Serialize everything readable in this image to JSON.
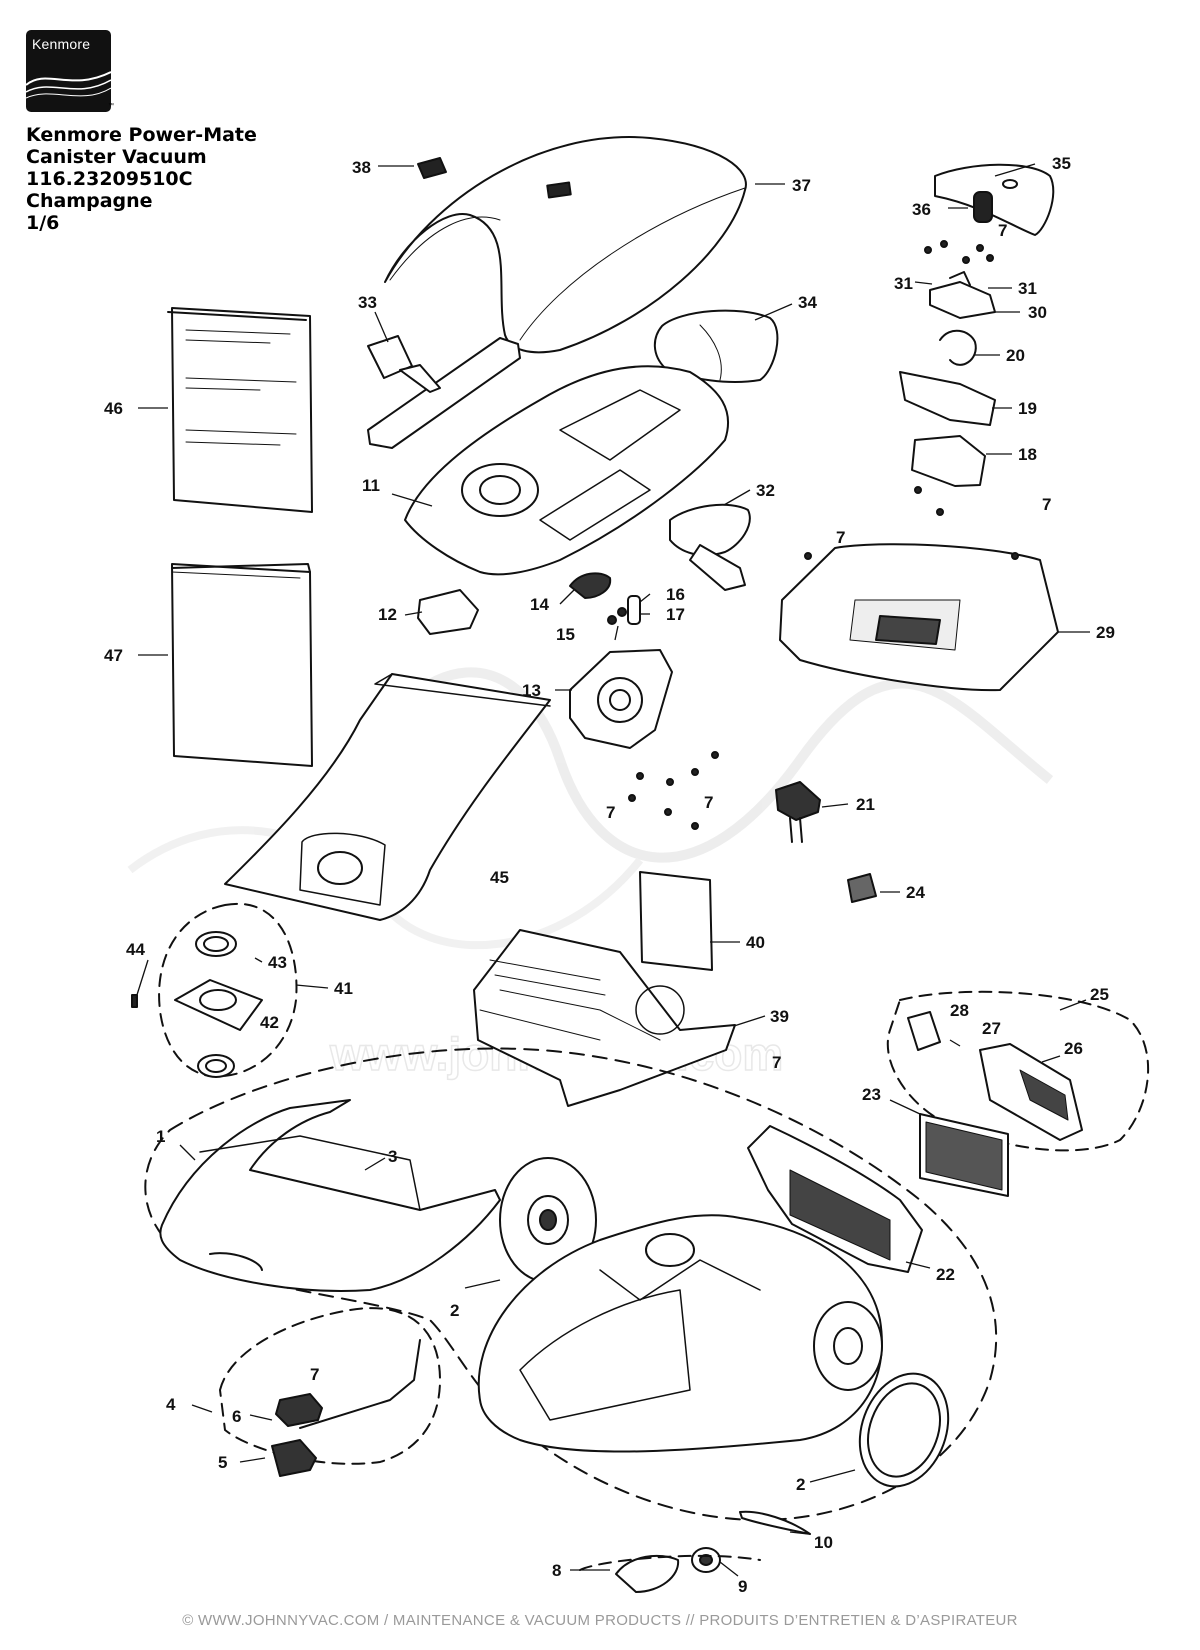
{
  "brand": {
    "logo_text": "Kenmore"
  },
  "title": {
    "line1": "Kenmore Power-Mate",
    "line2": "Canister Vacuum",
    "line3": "116.23209510C",
    "line4": "Champagne",
    "line5": "1/6"
  },
  "watermark": {
    "url": "www.johnnyvac.com"
  },
  "callouts": {
    "c1": "1",
    "c2a": "2",
    "c2b": "2",
    "c3": "3",
    "c4": "4",
    "c5": "5",
    "c6": "6",
    "c7_topright": "7",
    "c7_29a": "7",
    "c7_29b": "7",
    "c7_13a": "7",
    "c7_13b": "7",
    "c7_22": "7",
    "c7_6": "7",
    "c8": "8",
    "c9": "9",
    "c10": "10",
    "c11": "11",
    "c12": "12",
    "c13": "13",
    "c14": "14",
    "c15": "15",
    "c16": "16",
    "c17": "17",
    "c18": "18",
    "c19": "19",
    "c20": "20",
    "c21": "21",
    "c22": "22",
    "c23": "23",
    "c24": "24",
    "c25": "25",
    "c26": "26",
    "c27": "27",
    "c28": "28",
    "c29": "29",
    "c30": "30",
    "c31a": "31",
    "c31b": "31",
    "c32": "32",
    "c33": "33",
    "c34": "34",
    "c35": "35",
    "c36": "36",
    "c37": "37",
    "c38": "38",
    "c39": "39",
    "c40": "40",
    "c41": "41",
    "c42": "42",
    "c43": "43",
    "c44": "44",
    "c45": "45",
    "c46": "46",
    "c47": "47"
  },
  "footer": {
    "text": "© WWW.JOHNNYVAC.COM / MAINTENANCE & VACUUM PRODUCTS  //  PRODUITS D’ENTRETIEN & D’ASPIRATEUR"
  }
}
